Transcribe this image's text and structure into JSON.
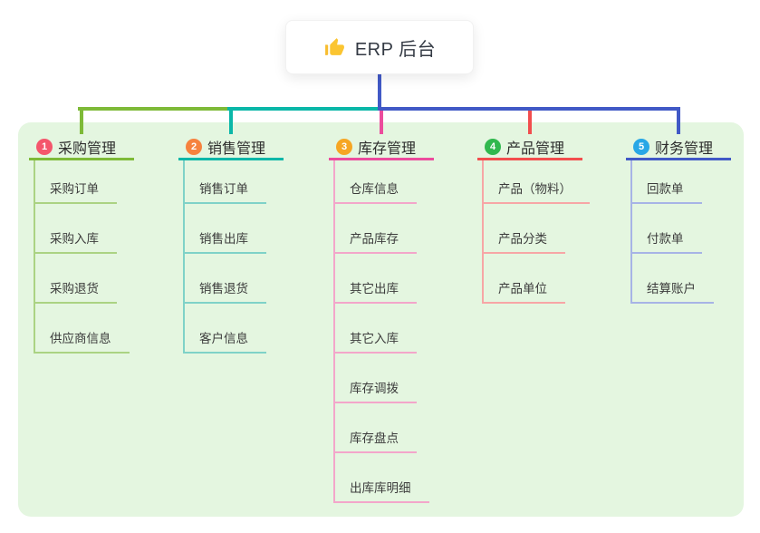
{
  "root": {
    "title": "ERP 后台",
    "icon": "thumbs-up",
    "icon_color": "#f8bd2f"
  },
  "panel": {
    "background": "#e4f6e0"
  },
  "branches": [
    {
      "number": "1",
      "label": "采购管理",
      "badge_color": "#f4566c",
      "line_color": "#7eba38",
      "child_line_color": "#abd383",
      "children": [
        "采购订单",
        "采购入库",
        "采购退货",
        "供应商信息"
      ]
    },
    {
      "number": "2",
      "label": "销售管理",
      "badge_color": "#f6823e",
      "line_color": "#0ab7a8",
      "child_line_color": "#7fd2c8",
      "children": [
        "销售订单",
        "销售出库",
        "销售退货",
        "客户信息"
      ]
    },
    {
      "number": "3",
      "label": "库存管理",
      "badge_color": "#f6a623",
      "line_color": "#ec4c9d",
      "child_line_color": "#f3a6ca",
      "children": [
        "仓库信息",
        "产品库存",
        "其它出库",
        "其它入库",
        "库存调拨",
        "库存盘点",
        "出库库明细"
      ]
    },
    {
      "number": "4",
      "label": "产品管理",
      "badge_color": "#31b84e",
      "line_color": "#f24e4e",
      "child_line_color": "#f7a6a6",
      "children": [
        "产品（物料）",
        "产品分类",
        "产品单位"
      ]
    },
    {
      "number": "5",
      "label": "财务管理",
      "badge_color": "#28a7e6",
      "line_color": "#4159c6",
      "child_line_color": "#a7b4e6",
      "children": [
        "回款单",
        "付款单",
        "结算账户"
      ]
    }
  ]
}
